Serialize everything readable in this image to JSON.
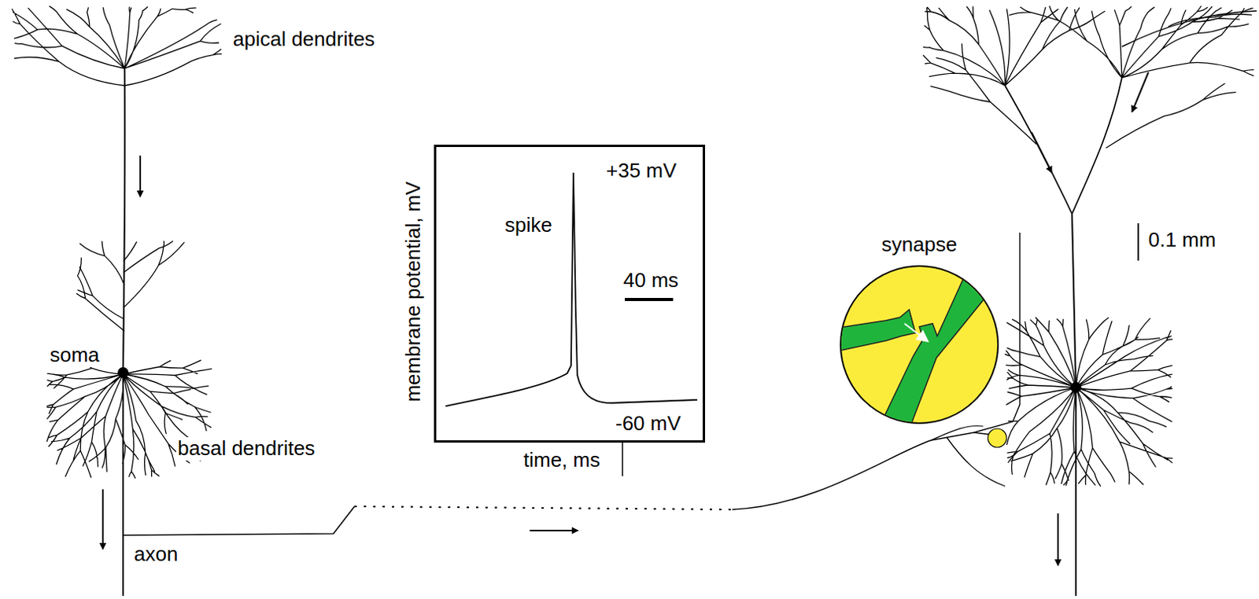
{
  "diagram": {
    "nodes": [
      {
        "text": [
          "membrane potential, mV",
          "spike",
          "+35 mV",
          "40 ms",
          "-60 mV",
          "time, ms"
        ]
      },
      {
        "text": [
          "synapse"
        ]
      }
    ],
    "labels": [
      "apical dendrites",
      "soma",
      "basal dendrites",
      "axon",
      "0.1 mm"
    ]
  }
}
